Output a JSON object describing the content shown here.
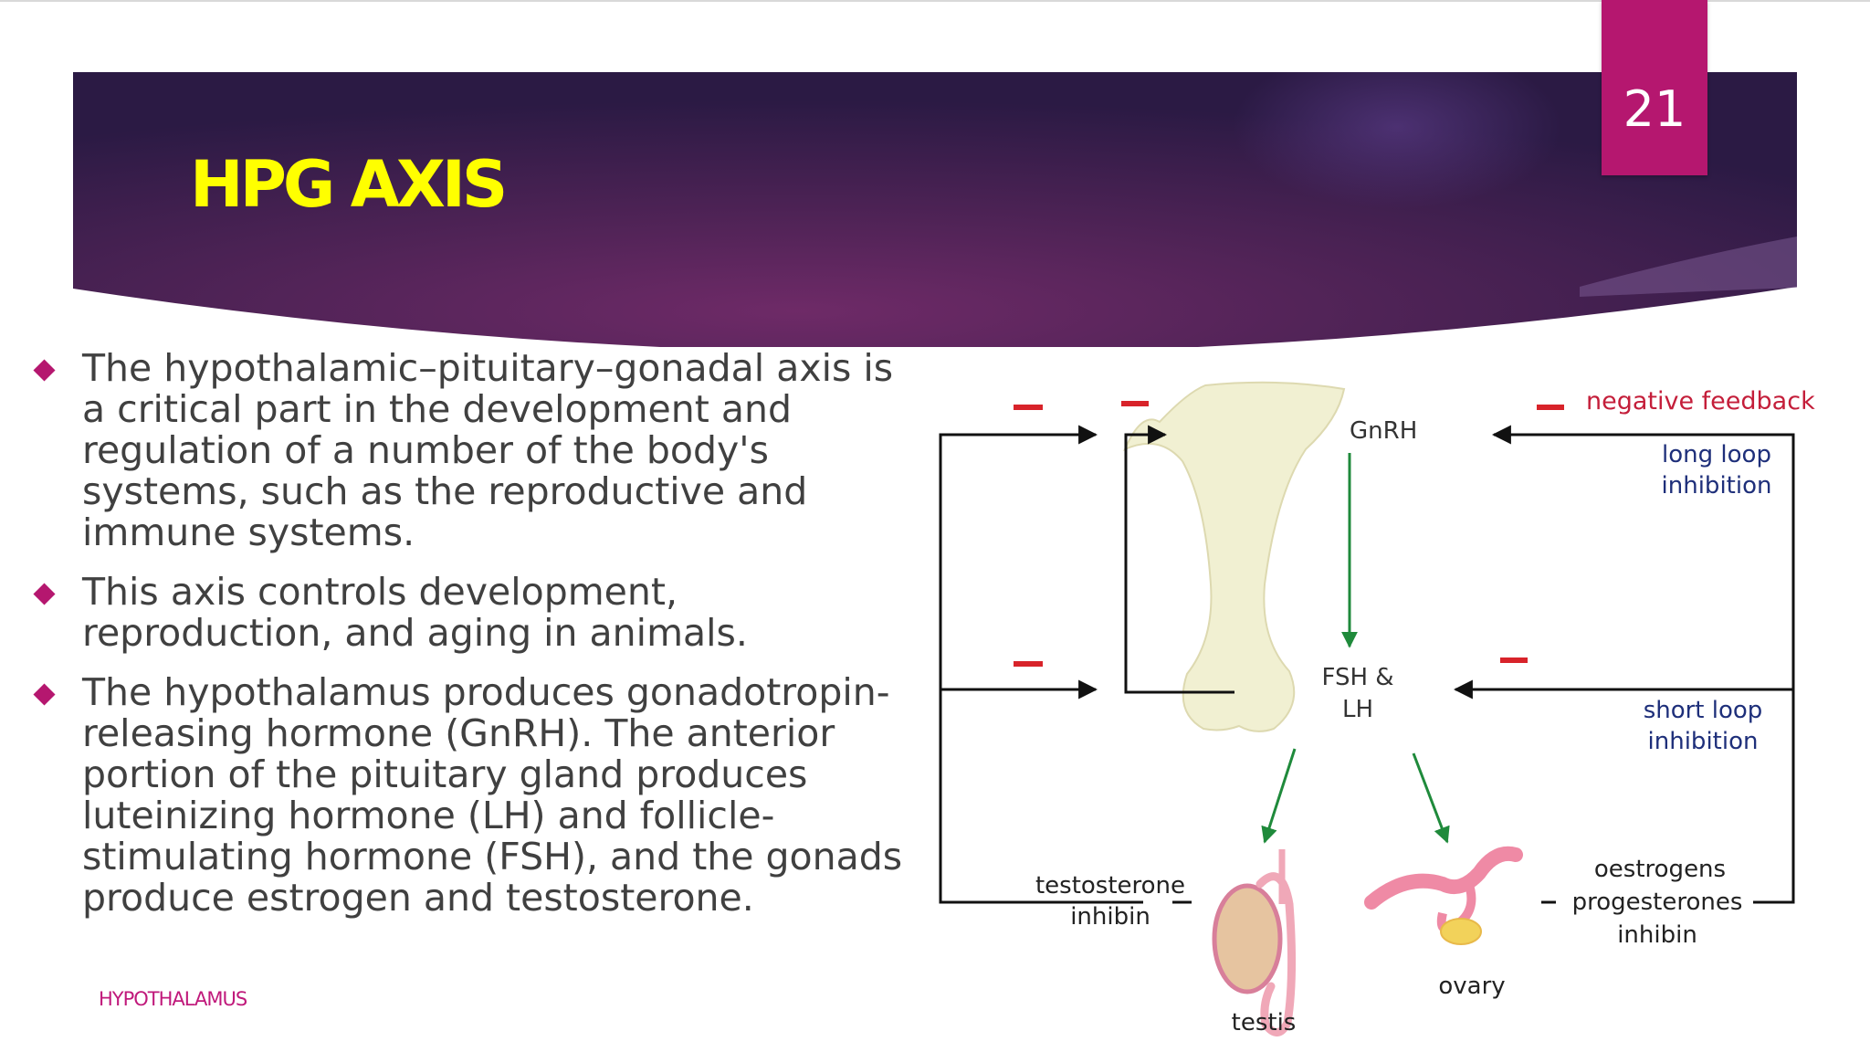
{
  "slide": {
    "page_number": "21",
    "title": "HPG AXIS",
    "bullets": [
      "The hypothalamic–pituitary–gonadal axis is a critical part in the development and regulation of a number of the body's systems, such as the reproductive and immune systems.",
      "This axis controls development, reproduction, and aging in animals.",
      "The hypothalamus produces gonadotropin-releasing hormone (GnRH). The anterior portion of the pituitary gland produces luteinizing hormone (LH) and follicle-stimulating hormone (FSH), and the gonads produce estrogen and testosterone."
    ],
    "footer_label": "HYPOTHALAMUS"
  },
  "diagram": {
    "gnrh": "GnRH",
    "fsh_lh_line1": "FSH &",
    "fsh_lh_line2": "LH",
    "legend_minus": "–",
    "legend_label": "negative feedback",
    "long_loop_line1": "long loop",
    "long_loop_line2": "inhibition",
    "short_loop_line1": "short loop",
    "short_loop_line2": "inhibition",
    "testosterone": "testosterone",
    "inhibin_left": "inhibin",
    "testis": "testis",
    "ovary": "ovary",
    "oestrogens": "oestrogens",
    "progesterones": "progesterones",
    "inhibin_right": "inhibin",
    "colors": {
      "arrow_green": "#1f8a3b",
      "minus_red": "#d8232a",
      "loop_text": "#1e2f7a",
      "gland_fill": "#f1f0d2"
    }
  }
}
